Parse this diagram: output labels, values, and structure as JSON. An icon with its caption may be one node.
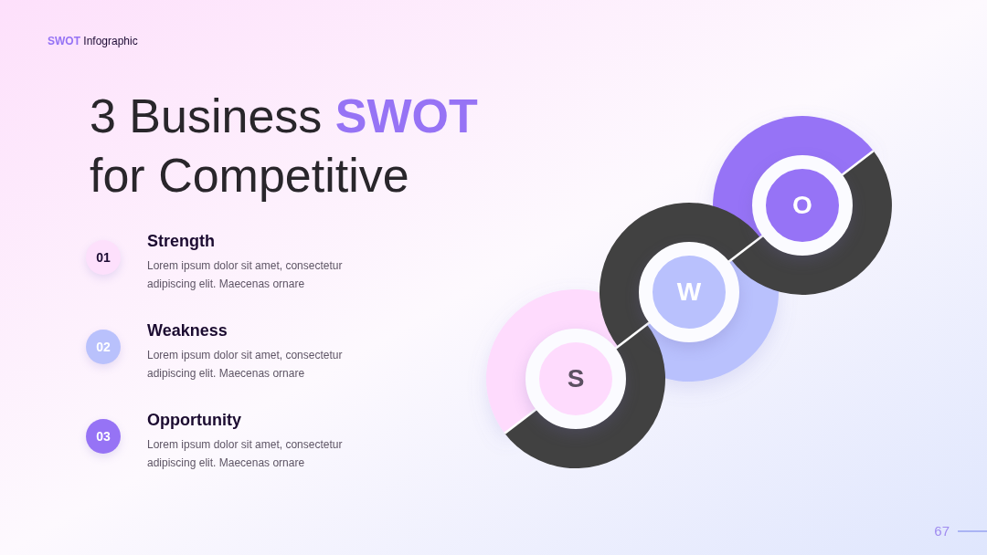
{
  "diagram": {
    "title": "3 Business **SWOT** for Competitive",
    "nodes": [
      {
        "text": [
          "01"
        ],
        "beside": [
          "Strength",
          "Lorem ipsum dolor sit amet, consectetur adipiscing elit. Maecenas ornare"
        ]
      },
      {
        "text": [
          "02"
        ],
        "beside": [
          "Weakness",
          "Lorem ipsum dolor sit amet, consectetur adipiscing elit. Maecenas ornare"
        ]
      },
      {
        "text": [
          "03"
        ],
        "beside": [
          "Opportunity",
          "Lorem ipsum dolor sit amet, consectetur adipiscing elit. Maecenas ornare"
        ]
      },
      {
        "text": [
          "S"
        ]
      },
      {
        "text": [
          "W"
        ]
      },
      {
        "text": [
          "O"
        ]
      }
    ],
    "labels": [
      "**SWOT** Infographic",
      "67"
    ]
  }
}
